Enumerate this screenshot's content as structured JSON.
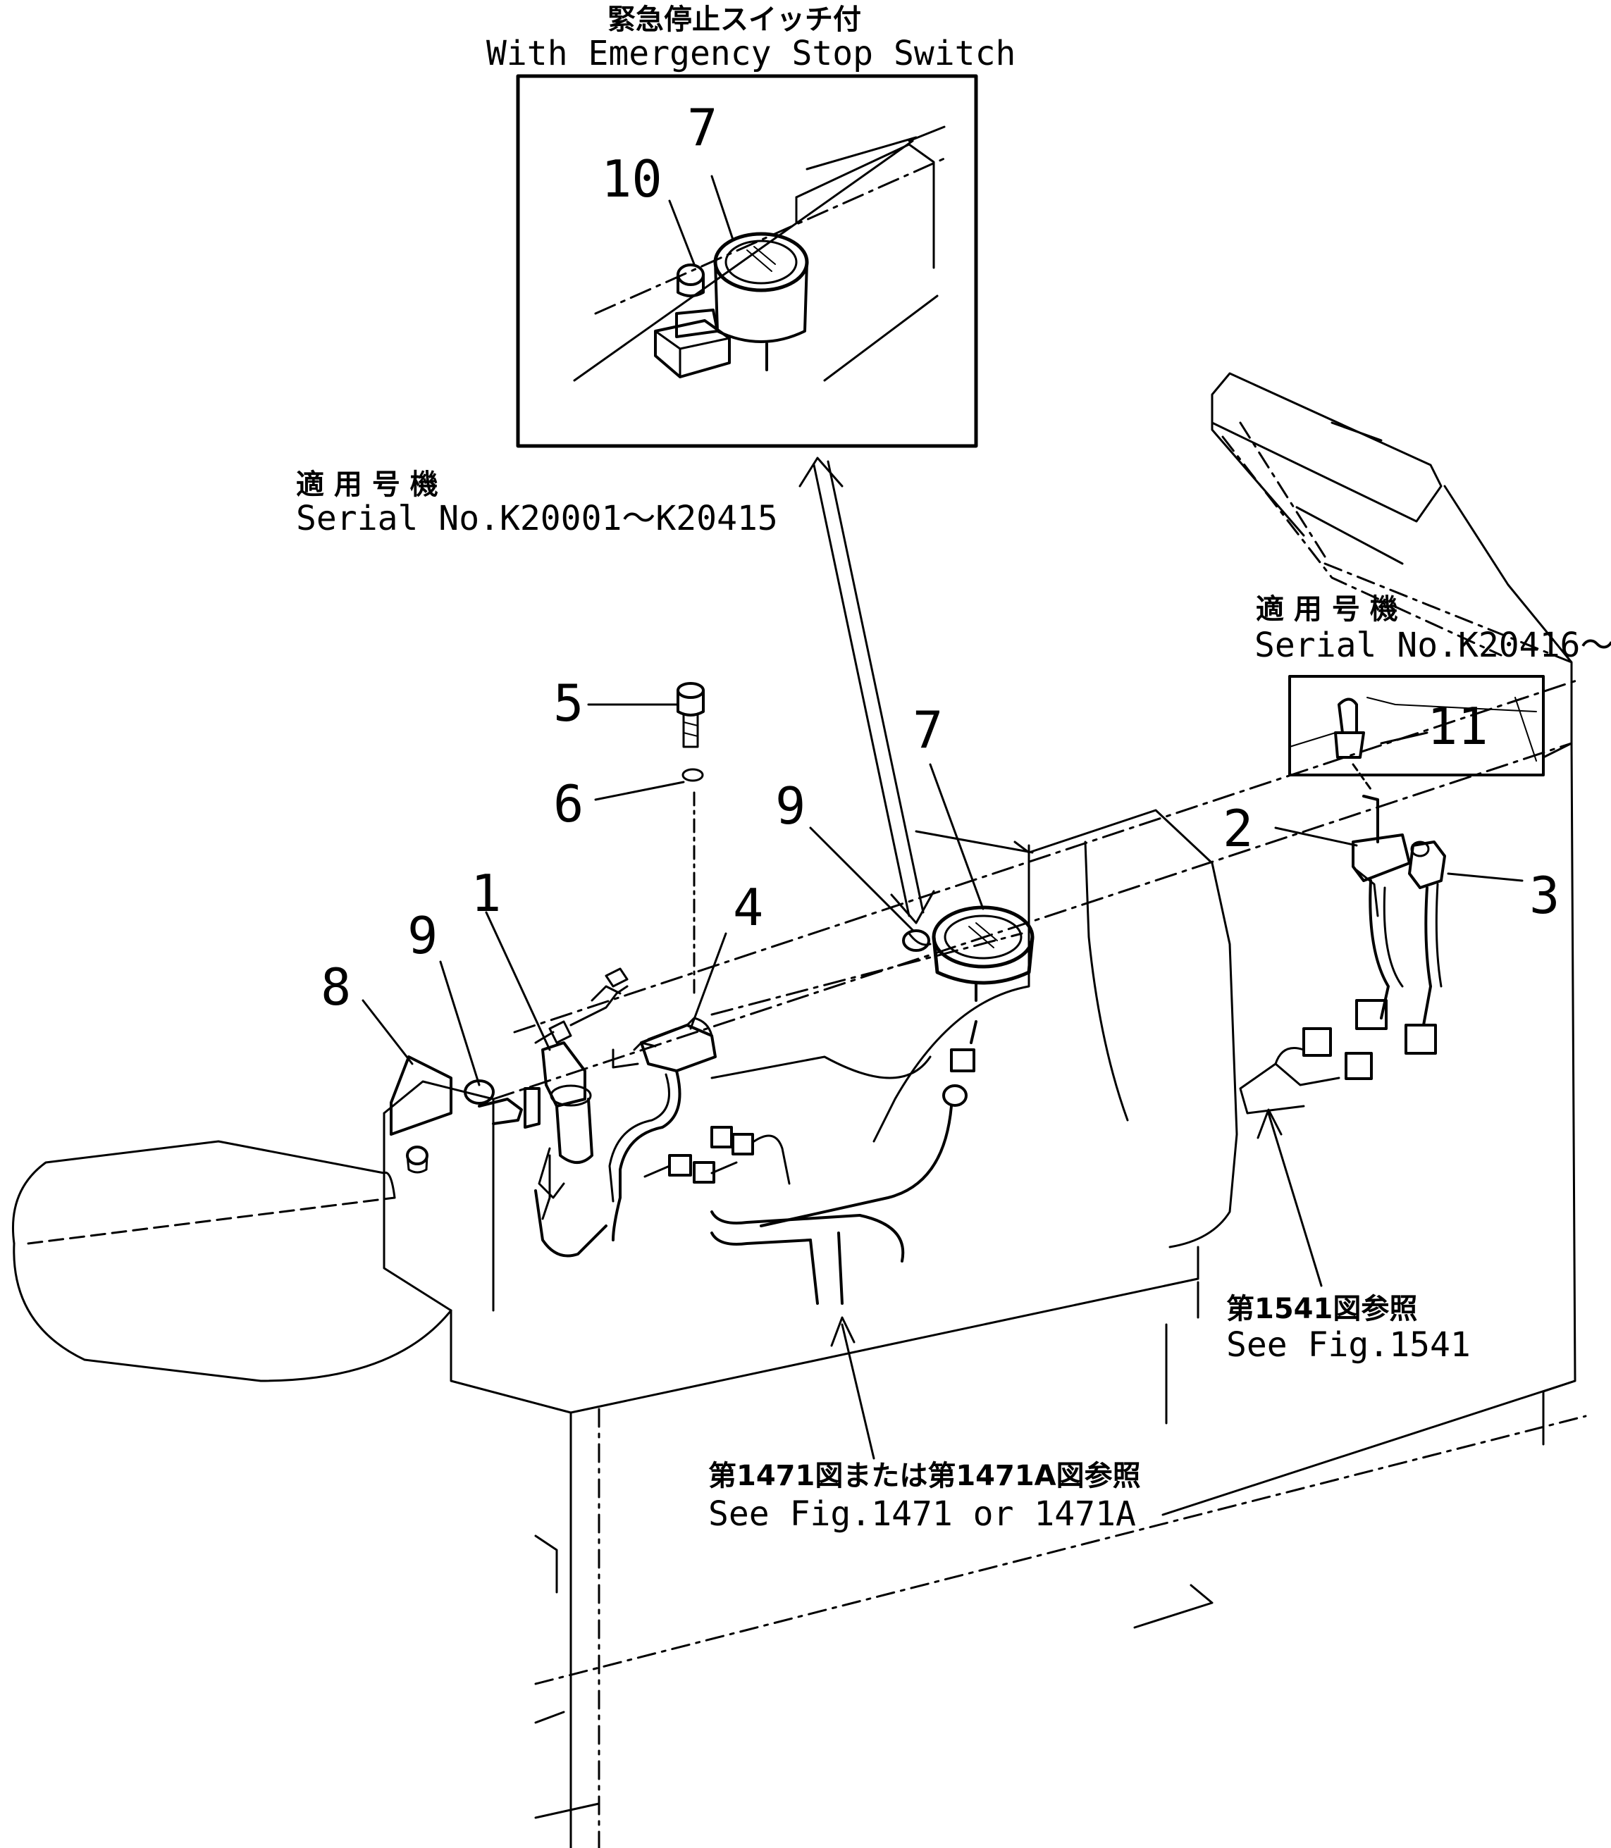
{
  "inset": {
    "title_jp": "緊急停止スイッチ付",
    "title_en": "With Emergency Stop Switch",
    "callouts": [
      "7",
      "10"
    ]
  },
  "serial_left": {
    "jp": "適 用 号 機",
    "en": "Serial No.K20001～K20415"
  },
  "serial_right": {
    "jp": "適 用 号 機",
    "en": "Serial No.K20416～"
  },
  "callouts": {
    "c1": "1",
    "c2": "2",
    "c3": "3",
    "c4": "4",
    "c5": "5",
    "c6": "6",
    "c7": "7",
    "c8": "8",
    "c9a": "9",
    "c9b": "9",
    "c11": "11"
  },
  "refs": {
    "fig1541_jp": "第1541図参照",
    "fig1541_en": "See Fig.1541",
    "fig1471_jp": "第1471図または第1471A図参照",
    "fig1471_en": "See Fig.1471 or 1471A"
  }
}
